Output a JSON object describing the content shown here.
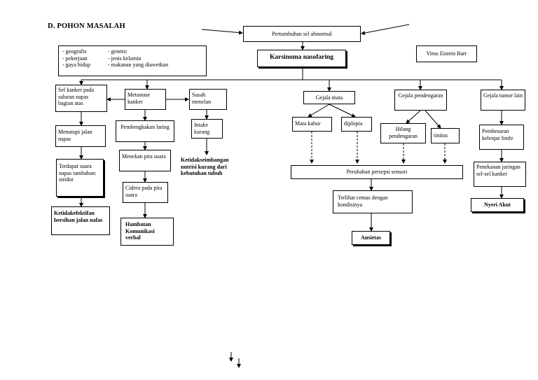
{
  "heading": "D.  POHON MASALAH",
  "nodes": {
    "root": "Pertumbuhan sel abnormal",
    "karsinoma": "Karsinoma nasofaring",
    "virus": "Virus Eistein Barr",
    "risk_col1": "- geografis\n- pekerjaan\n- gaya hidup",
    "risk_col2": "- genetic\n  - jenis kelamin\n- makanan yang diawetkan",
    "sel_kanker": "Sel kanker pada saluran napas bagian atas",
    "menutupi": "Menutupi jalan napas",
    "terdapat_suara": "Terdapat suara napas tambahan: stridor",
    "bersihan": "Ketidakefektifan bersihan jalan nafas",
    "metastase": "Metastase kanker",
    "pembengkakan": "Pembengkakan laring",
    "menekan_pita": "Menekan pita suara",
    "cidera": "Cidera pada pita suara",
    "hambatan": "Hambatan Komunikasi verbal",
    "susah": "Susah menelan",
    "intake": "Intake kurang",
    "nutrisi": "Ketidakseimbangan nutrisi kurang dari kebutuhan tubuh",
    "gejala_mata": "Gejala mata",
    "mata_kabur": "Mata kabur",
    "diplopia": "diplopia",
    "gejala_pendengaran": "Gejala pendengaran",
    "hilang": "Hilang pendengaran",
    "tinitus": "tinitus",
    "persepsi": "Perubahan persepsi sensori",
    "cemas": "Terlihat cemas dengan kondisinya",
    "ansietas": "Ansietas",
    "gejala_tumor": "Gejala tumor lain",
    "pembesaran": "Pembesaran kelenjar limfe",
    "penekanan": "Penekanan jaringan sel-sel kanker",
    "nyeri": "Nyeri Akut"
  }
}
